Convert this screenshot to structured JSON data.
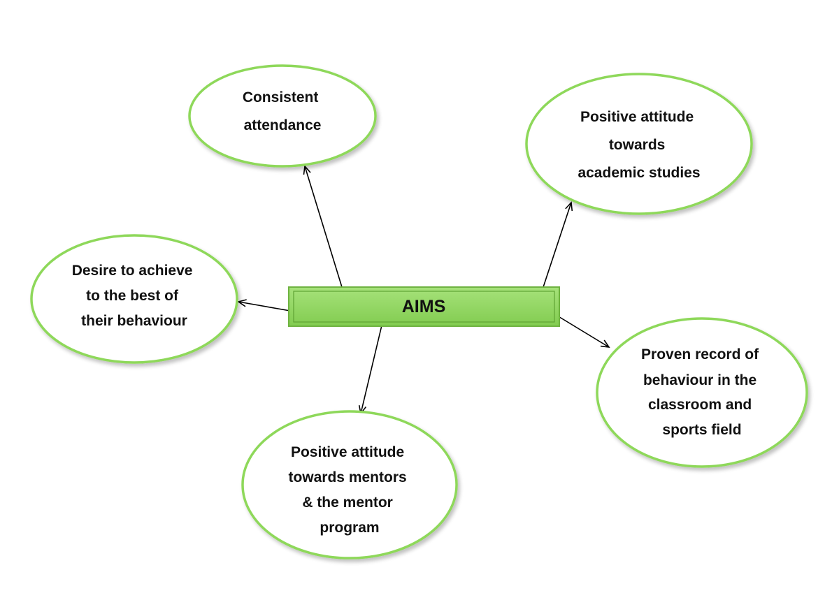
{
  "colors": {
    "ellipse_border": "#8ed85a",
    "center_fill": "#8ed65a",
    "center_border": "#6fb341",
    "arrow": "#000000",
    "text": "#111111"
  },
  "center": {
    "label": "AIMS"
  },
  "nodes": [
    {
      "id": "consistent-attendance",
      "lines": [
        "Consistent",
        "attendance"
      ]
    },
    {
      "id": "positive-attitude-academic",
      "lines": [
        "Positive attitude",
        "towards",
        "academic studies"
      ]
    },
    {
      "id": "desire-to-achieve",
      "lines": [
        "Desire to achieve",
        "to the best of",
        "their behaviour"
      ]
    },
    {
      "id": "proven-record",
      "lines": [
        "Proven record of",
        "behaviour in the",
        "classroom and",
        "sports field"
      ]
    },
    {
      "id": "positive-attitude-mentors",
      "lines": [
        "Positive attitude",
        "towards mentors",
        "& the mentor",
        "program"
      ]
    }
  ]
}
